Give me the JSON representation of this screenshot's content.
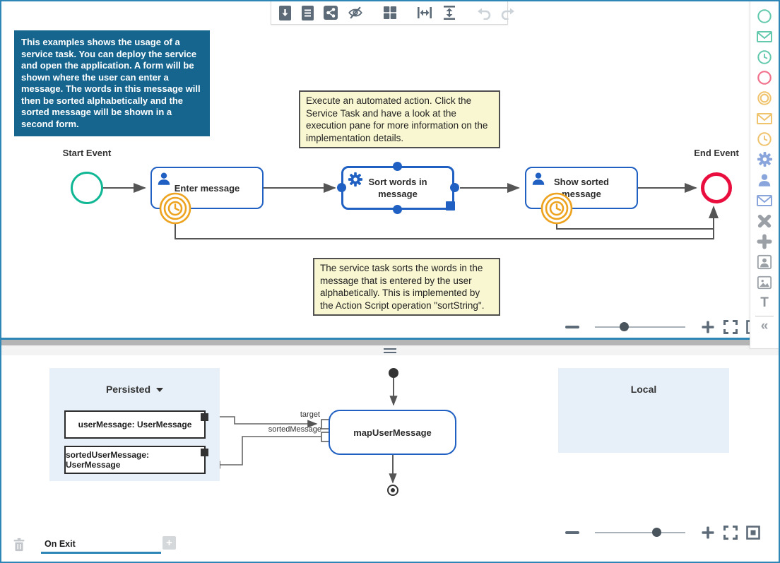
{
  "window": {
    "accent_color": "#2e86b6",
    "task_border_color": "#1f60c2",
    "timer_color": "#eda31f",
    "start_color": "#10b795",
    "end_color": "#ea0e3f"
  },
  "toolbar": {
    "icons": [
      "download-document-icon",
      "document-icon",
      "share-icon",
      "hide-eye-slash-icon",
      "grid-layout-icon",
      "fit-width-icon",
      "fit-height-icon",
      "undo-icon",
      "redo-icon"
    ]
  },
  "info_box": {
    "text": "This examples shows the usage of a service task. You can deploy the service and open the application. A form will be shown where the user can enter a message. The words in this message will then be sorted alphabetically and the sorted message will be shown in a second form."
  },
  "notes": [
    {
      "text": "Execute an automated action. Click the Service Task and have a look at the execution pane for more information on the implementation details."
    },
    {
      "text": "The service task sorts the words in the message that is entered by the user alphabetically. This is implemented by the Action Script operation \"sortString\"."
    }
  ],
  "process": {
    "start_event": {
      "label": "Start Event"
    },
    "end_event": {
      "label": "End Event"
    },
    "tasks": [
      {
        "label": "Enter message",
        "icon": "user-icon",
        "boundary": "timer"
      },
      {
        "label": "Sort words in message",
        "icon": "gear-icon",
        "selected": true
      },
      {
        "label": "Show sorted message",
        "icon": "user-icon",
        "boundary": "timer"
      }
    ]
  },
  "palette": {
    "icons": [
      "start-event-icon",
      "message-start-event-icon",
      "timer-start-event-icon",
      "end-event-icon",
      "intermediate-event-icon",
      "message-intermediate-event-icon",
      "timer-intermediate-event-icon",
      "service-task-gear-icon",
      "user-task-icon",
      "message-task-icon",
      "split-gateway-icon",
      "join-gateway-icon",
      "user-dialog-icon",
      "image-icon",
      "text-icon",
      "collapse-palette-icon"
    ]
  },
  "data_pane": {
    "persisted": {
      "title": "Persisted",
      "items": [
        {
          "label": "userMessage: UserMessage"
        },
        {
          "label": "sortedUserMessage: UserMessage"
        }
      ]
    },
    "local": {
      "title": "Local"
    },
    "map_node": {
      "label": "mapUserMessage"
    },
    "edge_labels": {
      "target": "target",
      "sorted": "sortedMessage"
    }
  },
  "footer": {
    "tab_label": "On Exit",
    "icons": [
      "trash-icon",
      "add-tab-icon"
    ]
  }
}
